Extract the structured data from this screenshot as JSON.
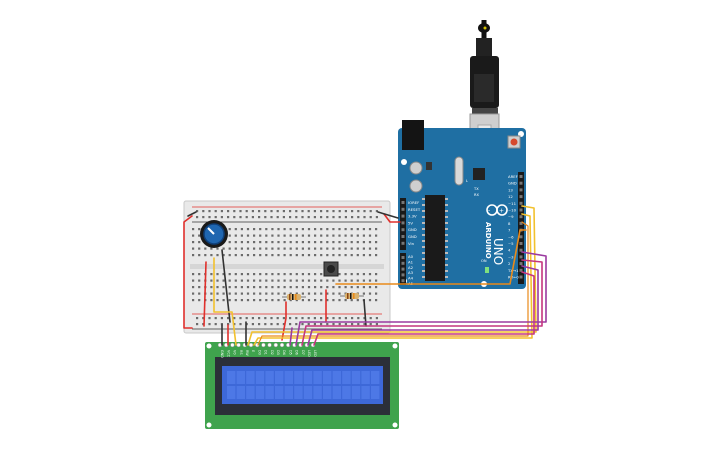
{
  "arduino": {
    "brand": "ARDUINO",
    "model": "UNO",
    "header_labels_power": [
      "IOREF",
      "RESET",
      "3.3V",
      "5V",
      "GND",
      "GND",
      "Vin"
    ],
    "header_labels_analog": [
      "A0",
      "A1",
      "A2",
      "A3",
      "A4",
      "A5"
    ],
    "header_labels_digital": [
      "AREF",
      "GND",
      "13",
      "12",
      "~11",
      "~10",
      "~9",
      "8",
      "7",
      "~6",
      "~5",
      "4",
      "~3",
      "2",
      "TX→1",
      "RX←0"
    ],
    "board_color": "#1f6fa3",
    "led_labels": [
      "TX",
      "RX",
      "L",
      "ON"
    ]
  },
  "lcd": {
    "pin_labels": [
      "GND",
      "VCC",
      "V0",
      "RS",
      "RW",
      "E",
      "D0",
      "D1",
      "D2",
      "D3",
      "D4",
      "D5",
      "D6",
      "D7",
      "LED",
      "LED"
    ],
    "pcb_color": "#3fa34d",
    "screen_color": "#3d68d8"
  },
  "breadboard": {
    "rail_signs": [
      "-",
      "+",
      "-",
      "+"
    ]
  },
  "wire_colors": {
    "red": "#e0302c",
    "black": "#333333",
    "yellow": "#f2c12e",
    "orange": "#e98a1a",
    "purple": "#9b3aa0",
    "magenta": "#c4357f"
  }
}
